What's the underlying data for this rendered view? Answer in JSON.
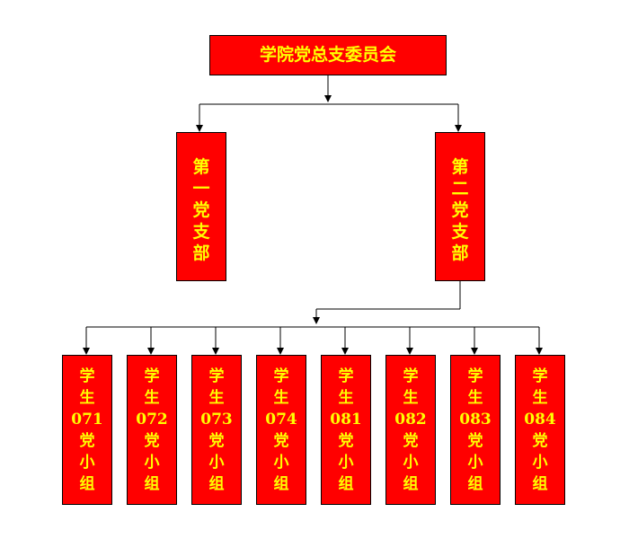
{
  "root": {
    "label": "学院党总支委员会"
  },
  "branches": [
    {
      "chars": [
        "第",
        "一",
        "党",
        "支",
        "部"
      ]
    },
    {
      "chars": [
        "第",
        "二",
        "党",
        "支",
        "部"
      ]
    }
  ],
  "groups": [
    {
      "chars": [
        "学",
        "生",
        "071",
        "党",
        "小",
        "组"
      ]
    },
    {
      "chars": [
        "学",
        "生",
        "072",
        "党",
        "小",
        "组"
      ]
    },
    {
      "chars": [
        "学",
        "生",
        "073",
        "党",
        "小",
        "组"
      ]
    },
    {
      "chars": [
        "学",
        "生",
        "074",
        "党",
        "小",
        "组"
      ]
    },
    {
      "chars": [
        "学",
        "生",
        "081",
        "党",
        "小",
        "组"
      ]
    },
    {
      "chars": [
        "学",
        "生",
        "082",
        "党",
        "小",
        "组"
      ]
    },
    {
      "chars": [
        "学",
        "生",
        "083",
        "党",
        "小",
        "组"
      ]
    },
    {
      "chars": [
        "学",
        "生",
        "084",
        "党",
        "小",
        "组"
      ]
    }
  ],
  "colors": {
    "box_fill": "#ff0000",
    "box_text": "#ffff00",
    "connector": "#000000"
  }
}
